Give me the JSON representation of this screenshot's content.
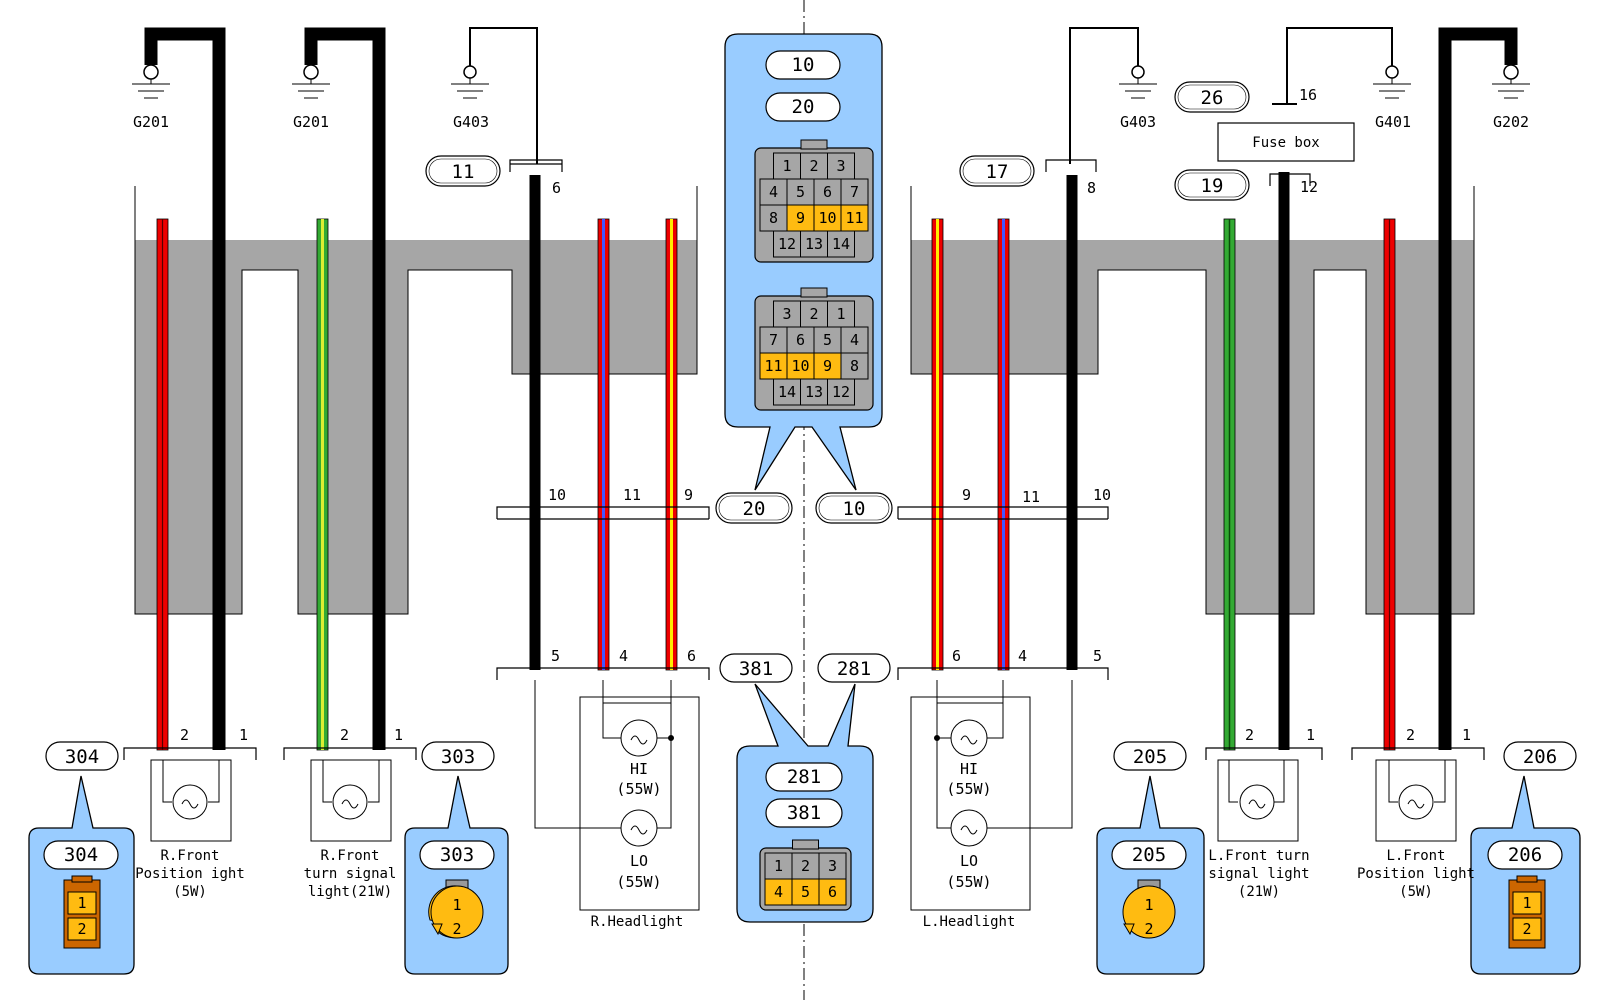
{
  "colors": {
    "harness_gray": "#a6a6a6",
    "bubble_fill": "#99ccff",
    "connector_gray": "#a6a6a6",
    "pin_highlight": "#ffbb11",
    "wire_black": "#000000",
    "wire_red": "#ee0000",
    "wire_yellow": "#ffee00",
    "wire_blue": "#4455ff",
    "wire_green": "#33aa33",
    "wire_green_light": "#99dd22"
  },
  "grounds": {
    "g1": "G201",
    "g2": "G201",
    "g3": "G403",
    "g4": "G403",
    "g5": "G401",
    "g6": "G202"
  },
  "connector_ids": {
    "c11": "11",
    "c17": "17",
    "c26": "26",
    "c19": "19",
    "c20_mid": "20",
    "c10_mid": "10",
    "c381_bot": "381",
    "c281_bot": "281",
    "c304": "304",
    "c303": "303",
    "c205": "205",
    "c206": "206"
  },
  "fuse_box": {
    "label": "Fuse box",
    "pin_top": "16",
    "pin_bottom": "12"
  },
  "pins": {
    "c11_pin": "6",
    "c17_pin": "8",
    "inline20": [
      "10",
      "11",
      "9"
    ],
    "inline10": [
      "9",
      "11",
      "10"
    ],
    "rhead_conn": [
      "5",
      "4",
      "6"
    ],
    "lhead_conn": [
      "6",
      "4",
      "5"
    ],
    "lamp_left": "2",
    "lamp_right": "1"
  },
  "top_connector_bubble": {
    "ids": [
      "10",
      "20"
    ],
    "upper": {
      "rows": [
        [
          "1",
          "2",
          "3"
        ],
        [
          "4",
          "5",
          "6",
          "7"
        ],
        [
          "8",
          "9",
          "10",
          "11"
        ],
        [
          "12",
          "13",
          "14"
        ]
      ],
      "highlighted": [
        "9",
        "10",
        "11"
      ]
    },
    "lower": {
      "rows": [
        [
          "3",
          "2",
          "1"
        ],
        [
          "7",
          "6",
          "5",
          "4"
        ],
        [
          "11",
          "10",
          "9",
          "8"
        ],
        [
          "14",
          "13",
          "12"
        ]
      ],
      "highlighted": [
        "11",
        "10",
        "9"
      ]
    }
  },
  "bottom_connector_bubble": {
    "ids": [
      "281",
      "381"
    ],
    "rows": [
      [
        "1",
        "2",
        "3"
      ],
      [
        "4",
        "5",
        "6"
      ]
    ],
    "highlighted": [
      "4",
      "5",
      "6"
    ]
  },
  "lamp_bubbles": {
    "b304": {
      "id": "304",
      "pins": [
        "1",
        "2"
      ]
    },
    "b303": {
      "id": "303",
      "pins": [
        "1",
        "2"
      ]
    },
    "b205": {
      "id": "205",
      "pins": [
        "1",
        "2"
      ]
    },
    "b206": {
      "id": "206",
      "pins": [
        "1",
        "2"
      ]
    }
  },
  "components": {
    "r_pos_light": [
      "R.Front",
      "Position ight",
      "(5W)"
    ],
    "r_turn_light": [
      "R.Front",
      "turn signal",
      "light(21W)"
    ],
    "r_headlight": "R.Headlight",
    "l_headlight": "L.Headlight",
    "l_turn_light": [
      "L.Front turn",
      "signal light",
      "(21W)"
    ],
    "l_pos_light": [
      "L.Front",
      "Position light",
      "(5W)"
    ],
    "hi_label": "HI",
    "lo_label": "LO",
    "watt_55": "(55W)"
  }
}
